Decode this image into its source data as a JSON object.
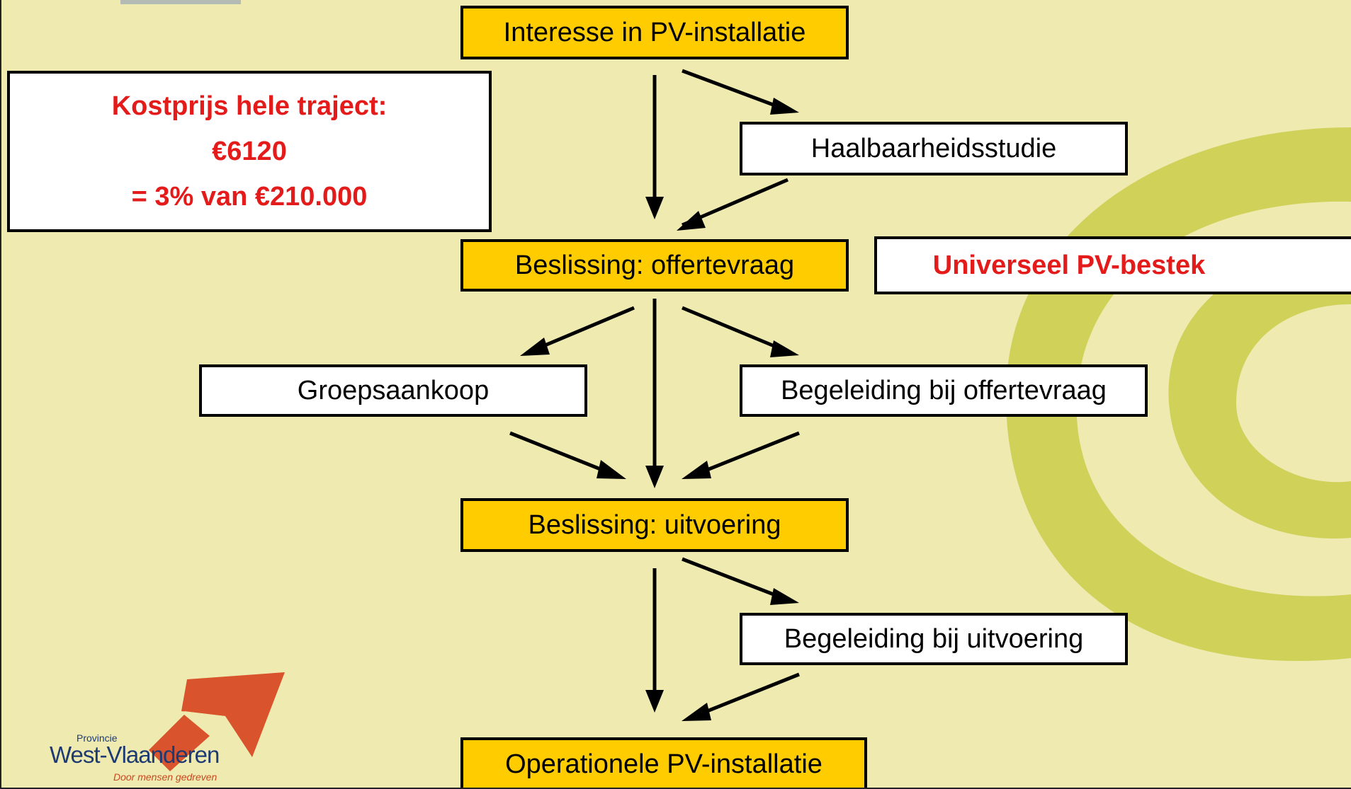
{
  "colors": {
    "background": "#efeab0",
    "box_yellow": "#ffcc00",
    "box_white": "#ffffff",
    "red_text": "#e41b1b",
    "swirl": "#c9cc4a",
    "logo_orange": "#d9532c",
    "logo_blue": "#1e3a73"
  },
  "diagram": {
    "interesse": "Interesse in PV-installatie",
    "haalbaarheid": "Haalbaarheidsstudie",
    "beslissing_offerte": "Beslissing: offertevraag",
    "universeel": "Universeel PV-bestek",
    "groepsaankoop": "Groepsaankoop",
    "begeleiding_offerte": "Begeleiding bij offertevraag",
    "beslissing_uitvoering": "Beslissing: uitvoering",
    "begeleiding_uitvoering": "Begeleiding bij uitvoering",
    "operationele": "Operationele PV-installatie"
  },
  "cost": {
    "line1": "Kostprijs hele traject:",
    "line2": "€6120",
    "line3": "= 3% van €210.000"
  },
  "logo": {
    "icon": "west-vlaanderen-logo-icon",
    "province": "Provincie",
    "name": "West-Vlaanderen",
    "tagline": "Door mensen gedreven"
  }
}
